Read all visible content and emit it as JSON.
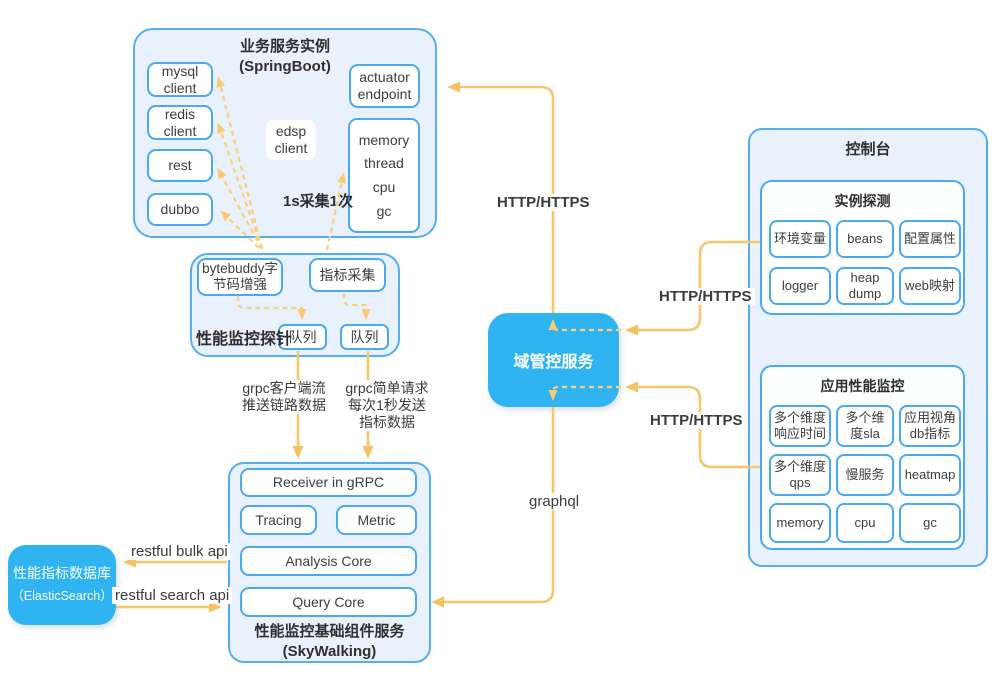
{
  "colors": {
    "accent_blue": "#2fb3f1",
    "panel_border_blue": "#55aef1",
    "panel_fill": "#e9f2fc",
    "line_yellow": "#f8c568",
    "dashed_yellow": "#fbd07c",
    "text": "#3d3d3d"
  },
  "springboot": {
    "title1": "业务服务实例",
    "title2": "(SpringBoot)",
    "mysql": "mysql client",
    "redis": "redis client",
    "rest": "rest",
    "dubbo": "dubbo",
    "actuator": "actuator endpoint",
    "edsp": "edsp client",
    "metrics": [
      "memory",
      "thread",
      "cpu",
      "gc"
    ],
    "note": "1s采集1次"
  },
  "probe": {
    "label": "性能监控探针",
    "bytebuddy": "bytebuddy字节码增强",
    "collect": "指标采集",
    "queue_left": "队列",
    "queue_right": "队列"
  },
  "skywalking": {
    "receiver": "Receiver in gRPC",
    "tracing": "Tracing",
    "metric": "Metric",
    "analysis": "Analysis Core",
    "query": "Query Core",
    "title1": "性能监控基础组件服务",
    "title2": "(SkyWalking)"
  },
  "elasticsearch": {
    "title1": "性能指标数据库",
    "title2": "（ElasticSearch）"
  },
  "domain_service": {
    "label": "域管控服务"
  },
  "console": {
    "title": "控制台",
    "instance_probe": {
      "title": "实例探测",
      "items": [
        "环境变量",
        "beans",
        "配置属性",
        "logger",
        "heap dump",
        "web映射"
      ]
    },
    "apm": {
      "title": "应用性能监控",
      "items": [
        "多个维度响应时间",
        "多个维度sla",
        "应用视角db指标",
        "多个维度qps",
        "慢服务",
        "heatmap",
        "memory",
        "cpu",
        "gc"
      ]
    }
  },
  "edges": {
    "http_top": "HTTP/HTTPS",
    "http_mid": "HTTP/HTTPS",
    "http_bottom": "HTTP/HTTPS",
    "graphql": "graphql",
    "grpc_stream": [
      "grpc客户端流",
      "推送链路数据"
    ],
    "grpc_simple": [
      "grpc简单请求",
      "每次1秒发送",
      "指标数据"
    ],
    "bulk_api": "restful bulk api",
    "search_api": "restful search api"
  }
}
